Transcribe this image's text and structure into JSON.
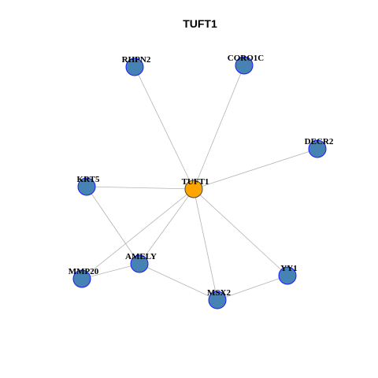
{
  "title": "TUFT1",
  "colors": {
    "center_fill": "#FFA500",
    "node_fill": "#4682B4",
    "node_stroke": "#1a1aff",
    "center_stroke": "#444444",
    "edge": "#b3b3b3"
  },
  "nodes": [
    {
      "id": "TUFT1",
      "label": "TUFT1",
      "center": true
    },
    {
      "id": "RHPN2",
      "label": "RHPN2"
    },
    {
      "id": "CORO1C",
      "label": "CORO1C"
    },
    {
      "id": "DECR2",
      "label": "DECR2"
    },
    {
      "id": "KRT5",
      "label": "KRT5"
    },
    {
      "id": "AMELY",
      "label": "AMELY"
    },
    {
      "id": "MMP20",
      "label": "MMP20"
    },
    {
      "id": "MSX2",
      "label": "MSX2"
    },
    {
      "id": "YY1",
      "label": "YY1"
    }
  ],
  "edges": [
    [
      "TUFT1",
      "RHPN2"
    ],
    [
      "TUFT1",
      "CORO1C"
    ],
    [
      "TUFT1",
      "DECR2"
    ],
    [
      "TUFT1",
      "KRT5"
    ],
    [
      "TUFT1",
      "MMP20"
    ],
    [
      "TUFT1",
      "AMELY"
    ],
    [
      "TUFT1",
      "MSX2"
    ],
    [
      "TUFT1",
      "YY1"
    ],
    [
      "KRT5",
      "AMELY"
    ],
    [
      "AMELY",
      "MMP20"
    ],
    [
      "AMELY",
      "MSX2"
    ],
    [
      "MSX2",
      "YY1"
    ]
  ]
}
